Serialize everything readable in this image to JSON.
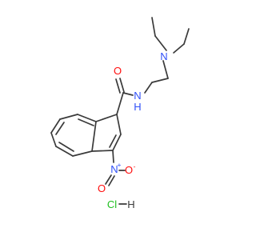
{
  "molecule": {
    "salt_label": "Cl",
    "salt_h_label": "H",
    "atoms": {
      "O_carbonyl": "O",
      "N_amide": "N",
      "H_amide": "H",
      "N_amine": "N",
      "N_nitro": "N",
      "O_nitro_1": "O",
      "O_nitro_2": "O"
    },
    "charges": {
      "N_nitro": "+",
      "O_nitro_2": "-"
    }
  },
  "colors": {
    "bond": "#3a3a3a",
    "oxygen": "#ff0d0d",
    "nitrogen": "#3050f8",
    "chlorine": "#1fbf1f",
    "carbon_label": "#3a3a3a"
  }
}
